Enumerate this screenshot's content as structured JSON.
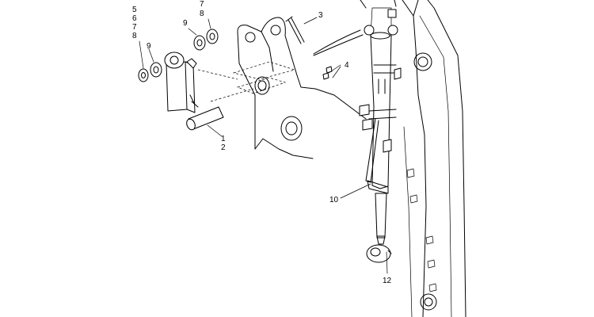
{
  "callouts": {
    "c5": "5",
    "c6": "6",
    "c7a": "7",
    "c8a": "8",
    "c7b": "7",
    "c8b": "8",
    "c9a": "9",
    "c9b": "9",
    "c3": "3",
    "c4": "4",
    "c1": "1",
    "c2": "2",
    "c10": "10",
    "c12": "12"
  }
}
